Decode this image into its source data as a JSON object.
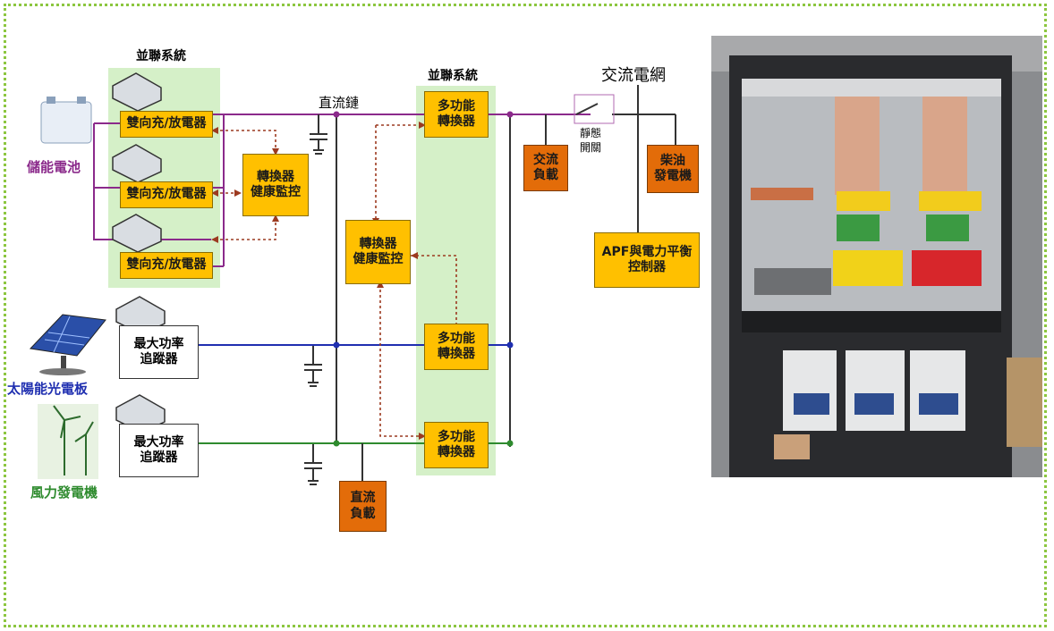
{
  "diagram": {
    "parallel_system_top_left": "並聯系統",
    "parallel_system_center": "並聯系統",
    "dc_link": "直流鏈",
    "ac_grid": "交流電網",
    "battery_label": "儲能電池",
    "solar_label": "太陽能光電板",
    "wind_label": "風力發電機",
    "bidir_charger_1": "雙向充/放電器",
    "bidir_charger_2": "雙向充/放電器",
    "bidir_charger_3": "雙向充/放電器",
    "health_monitor_1": "轉換器\n健康監控",
    "health_monitor_2": "轉換器\n健康監控",
    "multi_converter_1": "多功能\n轉換器",
    "multi_converter_2": "多功能\n轉換器",
    "multi_converter_3": "多功能\n轉換器",
    "mppt_1": "最大功率\n追蹤器",
    "mppt_2": "最大功率\n追蹤器",
    "ac_load": "交流\n負載",
    "static_switch": "靜態\n開關",
    "diesel_generator": "柴油\n發電機",
    "apf_controller": "APF與電力平衡\n控制器",
    "dc_load": "直流\n負載"
  },
  "colors": {
    "frame": "#8cc63f",
    "battery_bus": "#8b2a8b",
    "solar_bus": "#1f2fb0",
    "wind_bus": "#2e8b2e",
    "monitor_link": "#9c3a20",
    "parallel_bg": "#d5f0c8",
    "converter_fill": "#ffc000",
    "load_fill": "#e36c09"
  },
  "photo": {
    "description_icon": "converter-cabinet-photo"
  }
}
